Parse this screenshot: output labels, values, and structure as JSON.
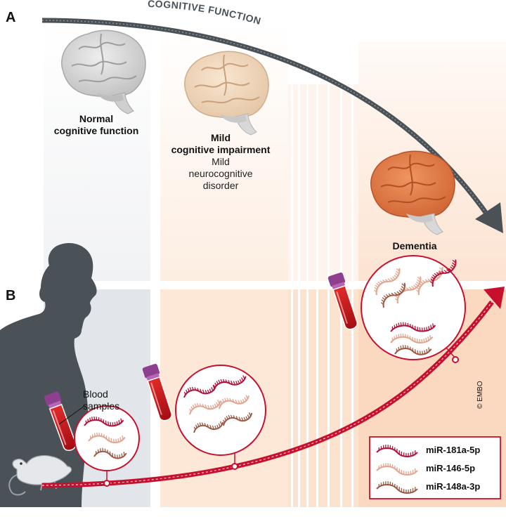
{
  "panels": {
    "a": "A",
    "b": "B"
  },
  "top_arrow_label": "COGNITIVE FUNCTION",
  "stages": {
    "normal": {
      "title_line1": "Normal",
      "title_line2": "cognitive function"
    },
    "mild": {
      "title_line1": "Mild",
      "title_line2": "cognitive impairment",
      "sub_line1": "Mild",
      "sub_line2": "neurocognitive",
      "sub_line3": "disorder"
    },
    "dementia": {
      "title": "Dementia"
    }
  },
  "blood_label": {
    "line1": "Blood",
    "line2": "samples"
  },
  "copyright": "© EMBO",
  "legend": [
    {
      "label": "miR-181a-5p",
      "color": "#b0123a"
    },
    {
      "label": "miR-146-5p",
      "color": "#e3a48e"
    },
    {
      "label": "miR-148a-3p",
      "color": "#9c5a45"
    }
  ],
  "colors": {
    "arrow_gray": "#4a5258",
    "red": "#c8102e",
    "brain_gray": "#d2d2d2",
    "brain_beige": "#eed5b8",
    "brain_orange": "#e07a45",
    "silhouette": "#4b5257"
  }
}
